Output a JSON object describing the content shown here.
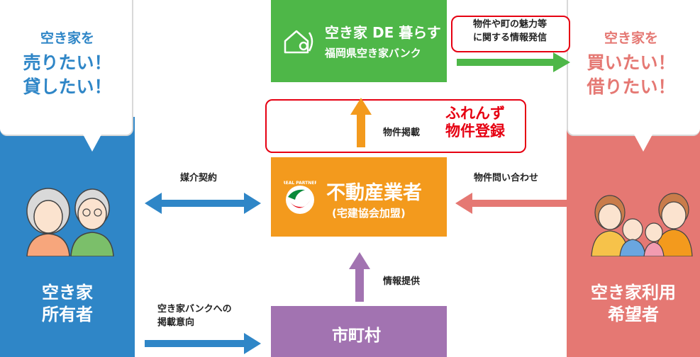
{
  "owner": {
    "bubble_line1": "空き家を",
    "bubble_line2a": "売りたい！",
    "bubble_line2b": "貸したい！",
    "label_line1": "空き家",
    "label_line2": "所有者"
  },
  "seeker": {
    "bubble_line1": "空き家を",
    "bubble_line2a": "買いたい！",
    "bubble_line2b": "借りたい！",
    "label_line1": "空き家利用",
    "label_line2": "希望者"
  },
  "bank": {
    "title": "空き家 DE 暮らす",
    "subtitle": "福岡県空き家バンク"
  },
  "realtor": {
    "title": "不動産業者",
    "subtitle": "(宅建協会加盟)",
    "logo_text": "REAL PARTNER"
  },
  "municipality": {
    "title": "市町村"
  },
  "flows": {
    "publicize_line1": "物件や町の魅力等",
    "publicize_line2": "に関する情報発信",
    "listing": "物件掲載",
    "friends_line1": "ふれんず",
    "friends_line2": "物件登録",
    "brokerage": "媒介契約",
    "inquiry": "物件問い合わせ",
    "info_provide": "情報提供",
    "intent_line1": "空き家バンクへの",
    "intent_line2": "掲載意向"
  },
  "colors": {
    "blue": "#2f86c7",
    "pink": "#e57873",
    "green": "#4eb748",
    "orange": "#f39a1d",
    "purple": "#a273b1",
    "red": "#e60012"
  }
}
